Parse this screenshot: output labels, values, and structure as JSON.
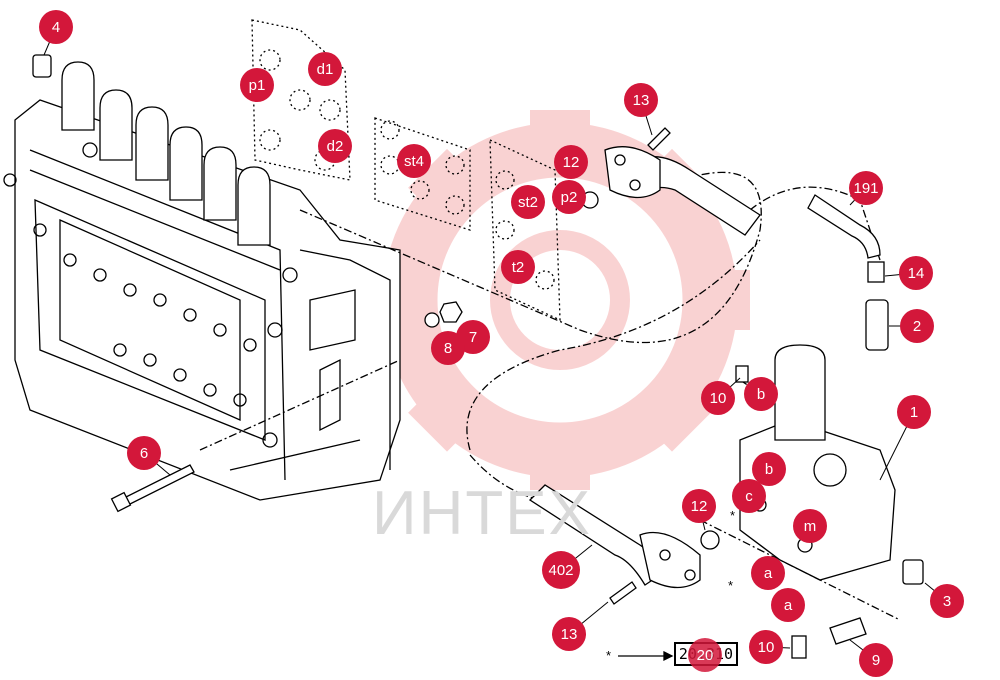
{
  "watermark": "ИНТЕХ",
  "reference": "20.310",
  "reference_marker": "*",
  "colors": {
    "callout": "#d3173a",
    "watermark": "#f4b4b4",
    "line": "#000000"
  },
  "callouts": [
    {
      "id": "c-4",
      "label": "4"
    },
    {
      "id": "c-p1",
      "label": "p1"
    },
    {
      "id": "c-d1",
      "label": "d1"
    },
    {
      "id": "c-d2",
      "label": "d2"
    },
    {
      "id": "c-st4",
      "label": "st4"
    },
    {
      "id": "c-13a",
      "label": "13"
    },
    {
      "id": "c-12a",
      "label": "12"
    },
    {
      "id": "c-p2",
      "label": "p2"
    },
    {
      "id": "c-st2",
      "label": "st2"
    },
    {
      "id": "c-t2",
      "label": "t2"
    },
    {
      "id": "c-191",
      "label": "191"
    },
    {
      "id": "c-14",
      "label": "14"
    },
    {
      "id": "c-2",
      "label": "2"
    },
    {
      "id": "c-7",
      "label": "7"
    },
    {
      "id": "c-8",
      "label": "8"
    },
    {
      "id": "c-10a",
      "label": "10"
    },
    {
      "id": "c-b1",
      "label": "b"
    },
    {
      "id": "c-1",
      "label": "1"
    },
    {
      "id": "c-6",
      "label": "6"
    },
    {
      "id": "c-b2",
      "label": "b"
    },
    {
      "id": "c-c",
      "label": "c"
    },
    {
      "id": "c-12b",
      "label": "12"
    },
    {
      "id": "c-m",
      "label": "m"
    },
    {
      "id": "c-402",
      "label": "402"
    },
    {
      "id": "c-a1",
      "label": "a"
    },
    {
      "id": "c-a2",
      "label": "a"
    },
    {
      "id": "c-3",
      "label": "3"
    },
    {
      "id": "c-13b",
      "label": "13"
    },
    {
      "id": "c-10b",
      "label": "10"
    },
    {
      "id": "c-9",
      "label": "9"
    },
    {
      "id": "c-ref",
      "label": "20"
    }
  ]
}
